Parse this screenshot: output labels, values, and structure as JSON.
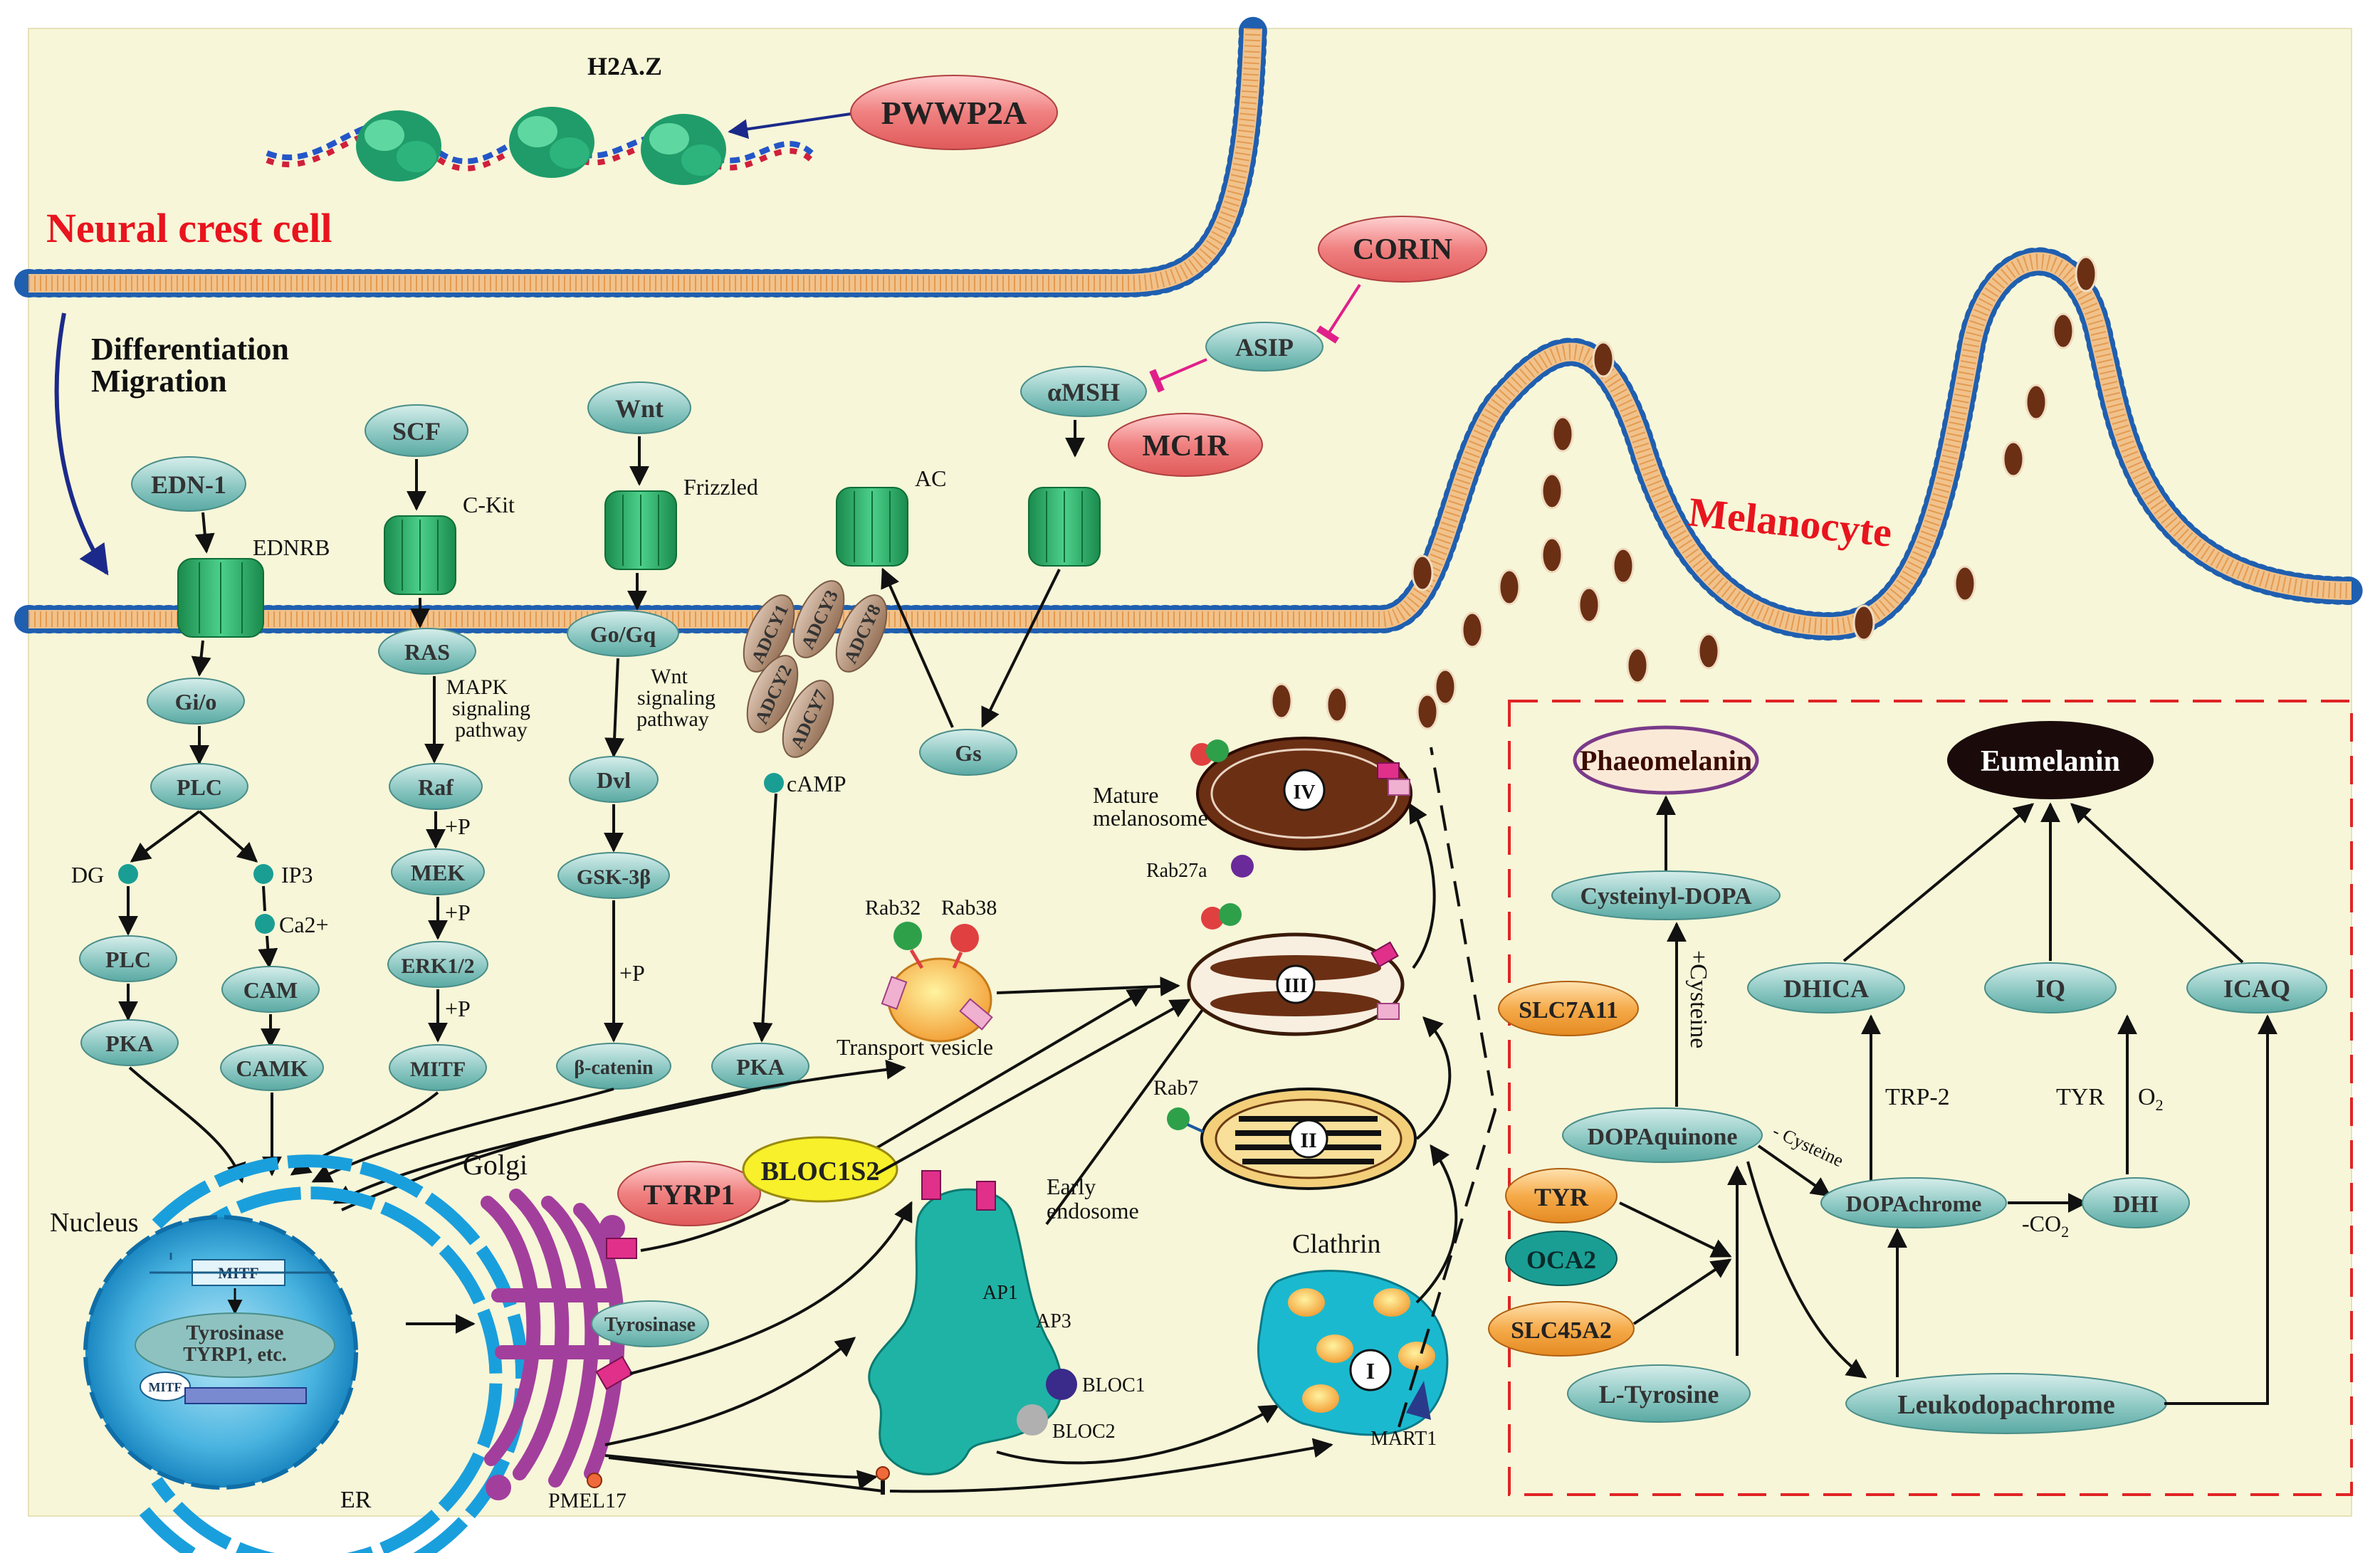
{
  "titles": {
    "neural_crest": "Neural crest cell",
    "melanocyte": "Melanocyte",
    "differentiation": "Differentiation",
    "migration": "Migration"
  },
  "top": {
    "h2az": "H2A.Z",
    "pwwp2a": "PWWP2A",
    "corin": "CORIN",
    "asip": "ASIP",
    "amsh": "αMSH",
    "mc1r": "MC1R"
  },
  "receptors": {
    "edn1": "EDN-1",
    "ednrb": "EDNRB",
    "scf": "SCF",
    "ckit": "C-Kit",
    "wnt": "Wnt",
    "frizzled": "Frizzled",
    "ac": "AC"
  },
  "edn_pathway": {
    "gio": "Gi/o",
    "plc1": "PLC",
    "dg": "DG",
    "ip3": "IP3",
    "ca2": "Ca2+",
    "plc2": "PLC",
    "pka": "PKA",
    "cam": "CAM",
    "camk": "CAMK"
  },
  "mapk_pathway": {
    "ras": "RAS",
    "raf": "Raf",
    "mek": "MEK",
    "erk": "ERK1/2",
    "mitf": "MITF",
    "label_line1": "MAPK",
    "label_line2": "signaling",
    "label_line3": "pathway",
    "p1": "+P",
    "p2": "+P",
    "p3": "+P"
  },
  "wnt_pathway": {
    "gogq": "Go/Gq",
    "dvl": "Dvl",
    "gsk": "GSK-3β",
    "bcat": "β-catenin",
    "label_line1": "Wnt",
    "label_line2": "signaling",
    "label_line3": "pathway",
    "p": "+P"
  },
  "camp_pathway": {
    "adcy1": "ADCY1",
    "adcy2": "ADCY2",
    "adcy3": "ADCY3",
    "adcy7": "ADCY7",
    "adcy8": "ADCY8",
    "camp": "cAMP",
    "pka": "PKA",
    "gs": "Gs"
  },
  "cell": {
    "nucleus": "Nucleus",
    "er": "ER",
    "mitf_box": "MITF",
    "mitf_small": "MITF",
    "tyrosinase_line1": "Tyrosinase",
    "tyrosinase_line2": "TYRP1, etc.",
    "golgi": "Golgi",
    "golgi_tyrosinase": "Tyrosinase",
    "tyrp1": "TYRP1",
    "bloc1s2": "BLOC1S2",
    "early_endosome_1": "Early",
    "early_endosome_2": "endosome",
    "ap1": "AP1",
    "ap3": "AP3",
    "bloc1": "BLOC1",
    "bloc2": "BLOC2",
    "pmel17": "PMEL17",
    "rab32": "Rab32",
    "rab38": "Rab38",
    "transport_vesicle": "Transport vesicle",
    "clathrin": "Clathrin",
    "mart1": "MART1",
    "rab7": "Rab7",
    "rab27a": "Rab27a",
    "mature_1": "Mature",
    "mature_2": "melanosome",
    "stage_i": "I",
    "stage_ii": "II",
    "stage_iii": "III",
    "stage_iv": "IV"
  },
  "synthesis": {
    "phaeomelanin": "Phaeomelanin",
    "eumelanin": "Eumelanin",
    "cysteinyl_dopa": "Cysteinyl-DOPA",
    "plus_cysteine": "+Cysteine",
    "slc7a11": "SLC7A11",
    "dhica": "DHICA",
    "iq": "IQ",
    "icaq": "ICAQ",
    "trp2": "TRP-2",
    "tyr_label": "TYR",
    "o2": "O",
    "o2_sub": "2",
    "dopaquinone": "DOPAquinone",
    "minus_cysteine": "- Cysteine",
    "dopachrome": "DOPAchrome",
    "co2": "-CO",
    "co2_sub": "2",
    "dhi": "DHI",
    "tyr": "TYR",
    "oca2": "OCA2",
    "slc45a2": "SLC45A2",
    "l_tyrosine": "L-Tyrosine",
    "leukodopachrome": "Leukodopachrome"
  },
  "colors": {
    "background": "#f7f6d8",
    "membrane": "#f1c28b",
    "membrane_dot": "#1f5fb0",
    "title_red": "#e8141e",
    "pill_teal": "#8cc7c3",
    "receptor_green": "#2aa564",
    "pink_pill": "#f07d7d",
    "orange_pill": "#f5a646",
    "golgi": "#a23f9c",
    "endosome": "#21b1a8",
    "melanosome_brown": "#6b2f14",
    "dash_red": "#e02424"
  }
}
